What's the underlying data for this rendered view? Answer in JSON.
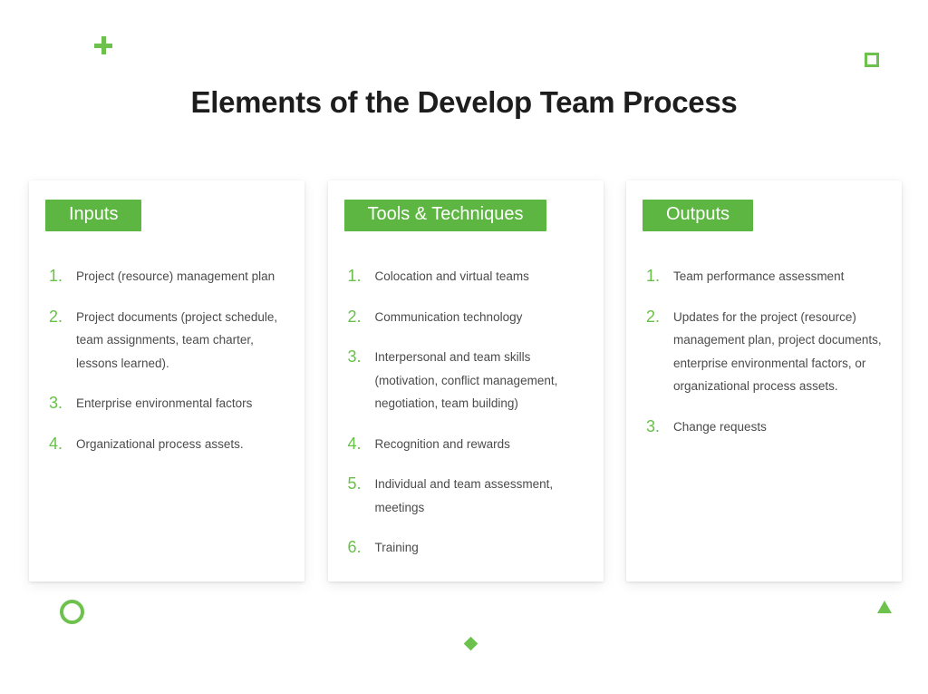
{
  "title": "Elements of the Develop Team Process",
  "theme": {
    "badge_green": "#5db642",
    "number_green": "#67c147",
    "shape_green": "#6cc24d",
    "title_color": "#1d1d1d",
    "text_color": "#4b4b4b"
  },
  "decorations": [
    "plus-icon",
    "square-icon",
    "circle-icon",
    "triangle-icon",
    "diamond-icon"
  ],
  "columns": [
    {
      "header": "Inputs",
      "items": [
        {
          "n": "1.",
          "text": "Project (resource) management plan"
        },
        {
          "n": "2.",
          "text": "Project documents (project schedule, team assignments, team charter, lessons learned)."
        },
        {
          "n": "3.",
          "text": "Enterprise environmental factors"
        },
        {
          "n": "4.",
          "text": "Organizational process assets."
        }
      ]
    },
    {
      "header": "Tools & Techniques",
      "items": [
        {
          "n": "1.",
          "text": "Colocation and virtual teams"
        },
        {
          "n": "2.",
          "text": "Communication technology"
        },
        {
          "n": "3.",
          "text": "Interpersonal and team skills (motivation, conflict management, negotiation, team building)"
        },
        {
          "n": "4.",
          "text": "Recognition and rewards"
        },
        {
          "n": "5.",
          "text": "Individual and team assessment, meetings"
        },
        {
          "n": "6.",
          "text": "Training"
        }
      ]
    },
    {
      "header": "Outputs",
      "items": [
        {
          "n": "1.",
          "text": "Team performance assessment"
        },
        {
          "n": "2.",
          "text": "Updates for the project (resource) management plan, project documents, enterprise environmental factors, or organizational process assets."
        },
        {
          "n": "3.",
          "text": "Change requests"
        }
      ]
    }
  ]
}
